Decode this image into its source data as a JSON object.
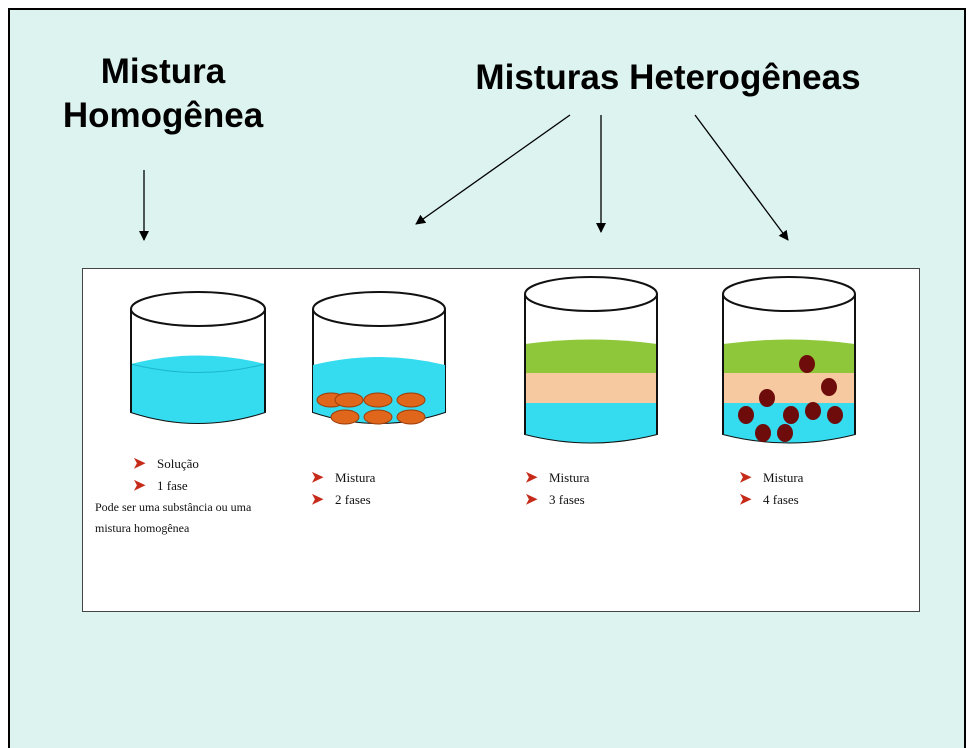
{
  "titles": {
    "homogeneous_line1": "Mistura",
    "homogeneous_line2": "Homogênea",
    "heterogeneous": "Misturas Heterogêneas"
  },
  "beakers": [
    {
      "lines": [
        "Solução",
        "1 fase"
      ],
      "note": "Pode ser uma substância ou uma mistura homogênea"
    },
    {
      "lines": [
        "Mistura",
        "2 fases"
      ]
    },
    {
      "lines": [
        "Mistura",
        "3 fases"
      ]
    },
    {
      "lines": [
        "Mistura",
        "4 fases"
      ]
    }
  ],
  "colors": {
    "background": "#dcf3ef",
    "water": "#35dbee",
    "oil_green": "#8fc73a",
    "peach": "#f6c9a0",
    "orange_particles": "#e0661c",
    "dark_particles": "#6e0b0b",
    "bullet": "#c62b1a"
  }
}
